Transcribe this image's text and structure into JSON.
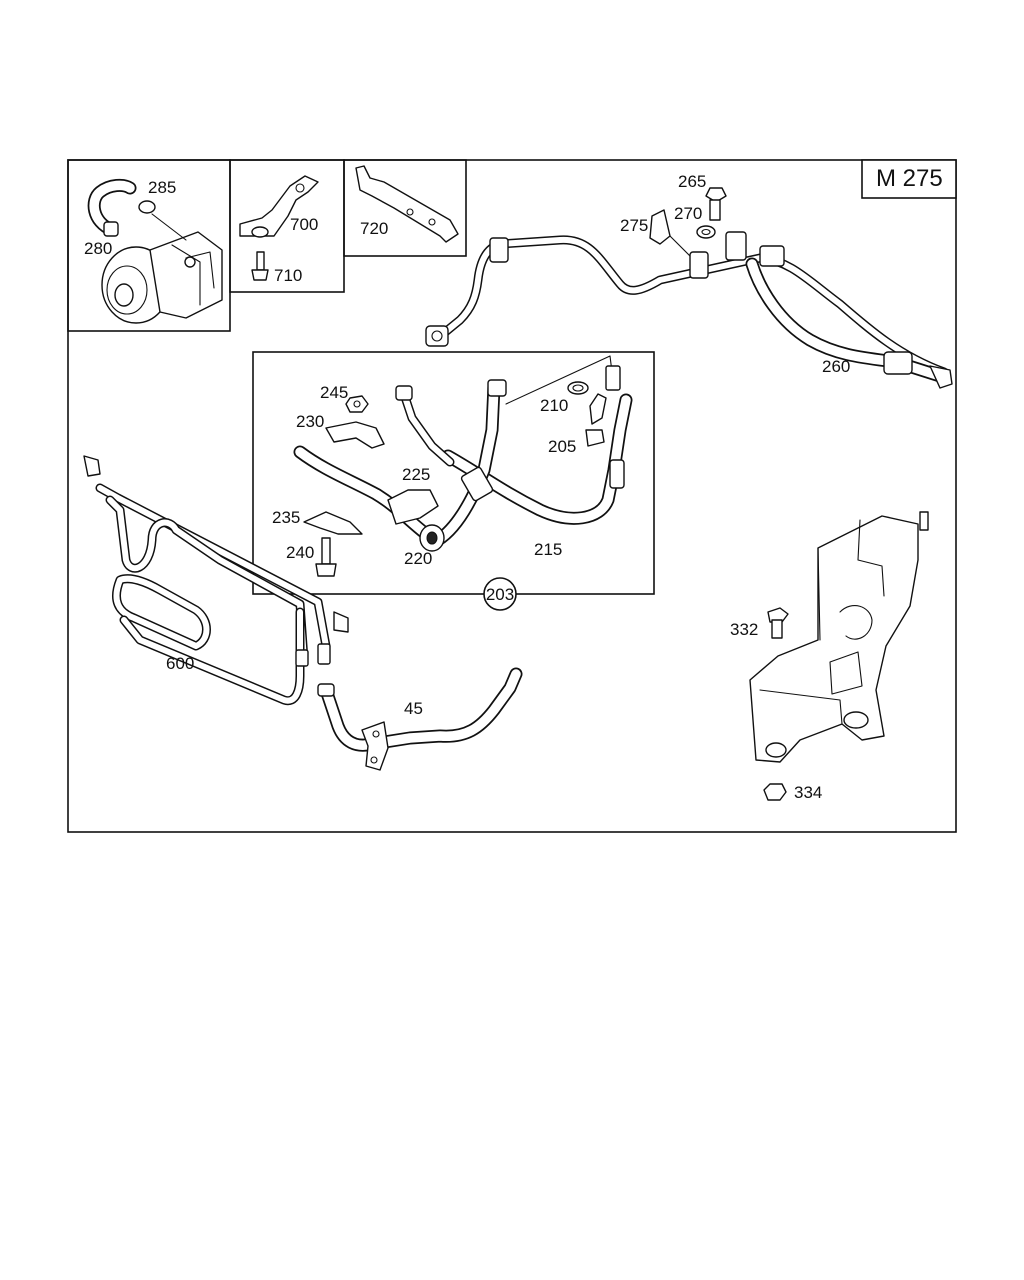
{
  "diagram": {
    "title_box": "M 275",
    "callout_circle": "203",
    "labels": {
      "p285": "285",
      "p280": "280",
      "p700": "700",
      "p710": "710",
      "p720": "720",
      "p265": "265",
      "p270": "270",
      "p275": "275",
      "p260": "260",
      "p245": "245",
      "p230": "230",
      "p225": "225",
      "p235": "235",
      "p240": "240",
      "p220": "220",
      "p215": "215",
      "p210": "210",
      "p205": "205",
      "p600": "600",
      "p45": "45",
      "p332": "332",
      "p334": "334"
    }
  }
}
